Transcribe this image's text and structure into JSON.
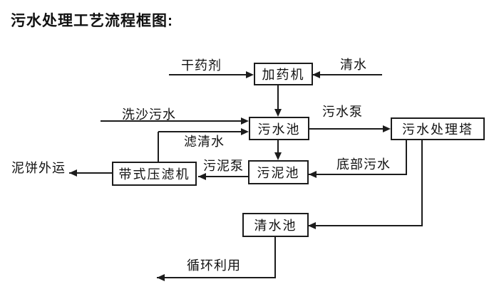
{
  "title": "污水处理工艺流程框图:",
  "nodes": {
    "dosing_machine": "加药机",
    "wastewater_pool": "污水池",
    "treatment_tower": "污水处理塔",
    "sludge_pool": "污泥池",
    "belt_filter_press": "带式压滤机",
    "clean_water_pool": "清水池"
  },
  "flow_labels": {
    "dry_agent": "干药剂",
    "clean_water": "清水",
    "sand_washing_wastewater": "洗沙污水",
    "filtered_clean_water": "滤清水",
    "wastewater_pump": "污水泵",
    "bottom_wastewater": "底部污水",
    "sludge_pump": "污泥泵",
    "mud_cake_transport": "泥饼外运",
    "recycling_reuse": "循环利用"
  },
  "edges": [
    {
      "from": "干药剂",
      "to": "加药机"
    },
    {
      "from": "清水",
      "to": "加药机"
    },
    {
      "from": "加药机",
      "to": "污水池"
    },
    {
      "from": "洗沙污水",
      "to": "污水池"
    },
    {
      "from": "带式压滤机",
      "to": "污水池",
      "label": "滤清水"
    },
    {
      "from": "污水池",
      "to": "污水处理塔",
      "label": "污水泵"
    },
    {
      "from": "污水池",
      "to": "污泥池"
    },
    {
      "from": "污水处理塔",
      "to": "污泥池",
      "label": "底部污水"
    },
    {
      "from": "污泥池",
      "to": "带式压滤机",
      "label": "污泥泵"
    },
    {
      "from": "带式压滤机",
      "to": "泥饼外运"
    },
    {
      "from": "污水处理塔",
      "to": "清水池"
    },
    {
      "from": "清水池",
      "to": "循环利用"
    }
  ],
  "colors": {
    "ink": "#1c1c1c",
    "background": "#ffffff"
  }
}
